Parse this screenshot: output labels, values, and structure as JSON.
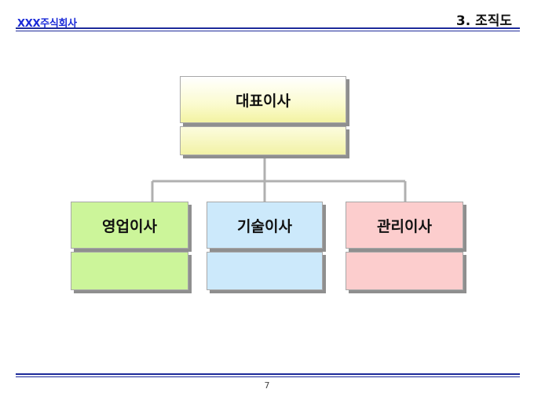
{
  "header": {
    "company": "XXX주식회사",
    "title": "3. 조직도"
  },
  "org": {
    "ceo": {
      "title": "대표이사",
      "sub": ""
    },
    "children": [
      {
        "title": "영업이사",
        "sub": "",
        "color": "#ccf59a"
      },
      {
        "title": "기술이사",
        "sub": "",
        "color": "#cce9fb"
      },
      {
        "title": "관리이사",
        "sub": "",
        "color": "#fccdcd"
      }
    ],
    "ceo_color": "#f3f3a2",
    "line_color": "#b0b0b0"
  },
  "footer": {
    "page_number": "7"
  },
  "colors": {
    "accent": "#1d2a9a",
    "company_text": "#1a2ad8"
  }
}
